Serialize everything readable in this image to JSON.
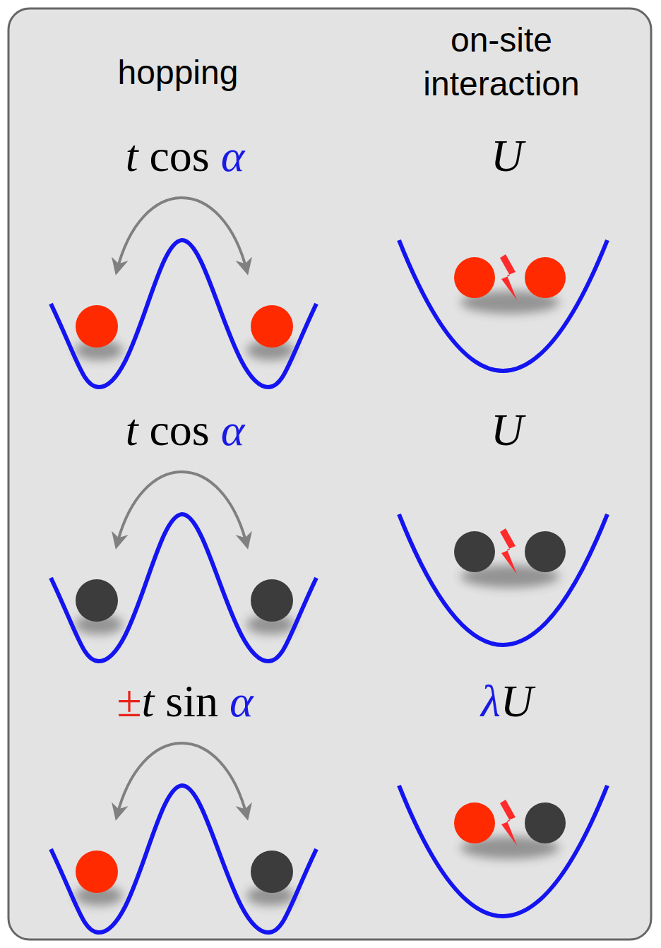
{
  "diagram": {
    "labels": [
      "hopping",
      "on-site interaction",
      "t cos α",
      "U",
      "t cos α",
      "U",
      "±t sin α",
      "λU"
    ]
  }
}
